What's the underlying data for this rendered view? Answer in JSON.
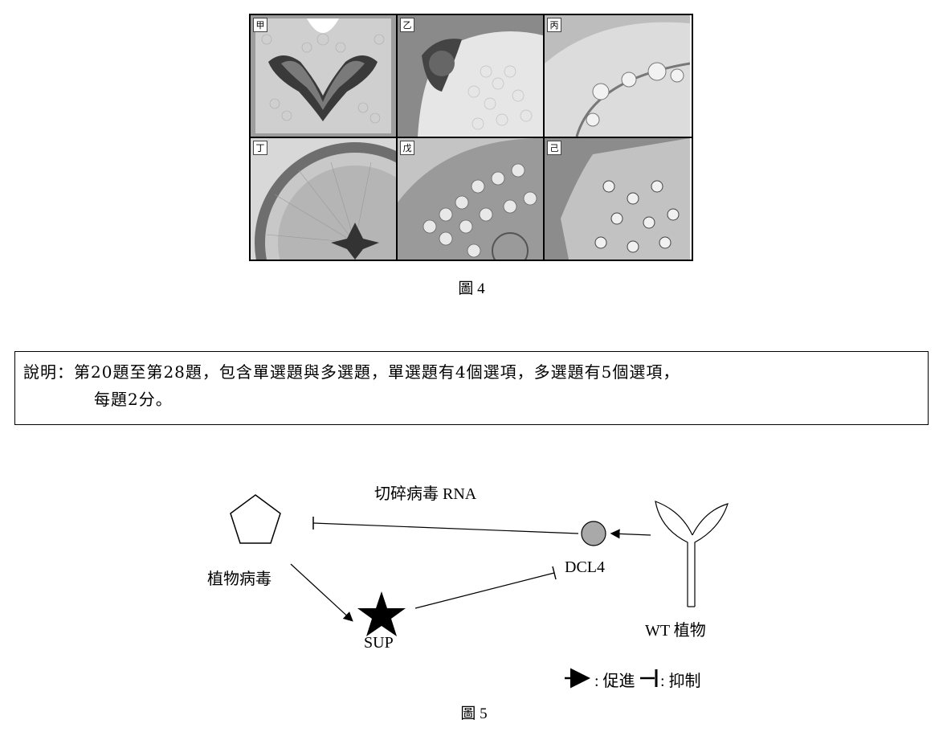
{
  "figure4": {
    "caption": "圖 4",
    "panels": [
      {
        "label": "甲"
      },
      {
        "label": "乙"
      },
      {
        "label": "丙"
      },
      {
        "label": "丁"
      },
      {
        "label": "戊"
      },
      {
        "label": "己"
      }
    ]
  },
  "instructions": {
    "line1": "說明：第20題至第28題，包含單選題與多選題，單選題有4個選項，多選題有5個選項，",
    "line2": "每題2分。"
  },
  "figure5": {
    "caption": "圖 5",
    "cut_label": "切碎病毒 RNA",
    "virus_label": "植物病毒",
    "sup_label": "SUP",
    "dcl4_label": "DCL4",
    "wt_label": "WT 植物",
    "legend_promote": ": 促進",
    "legend_inhibit": ": 抑制"
  }
}
